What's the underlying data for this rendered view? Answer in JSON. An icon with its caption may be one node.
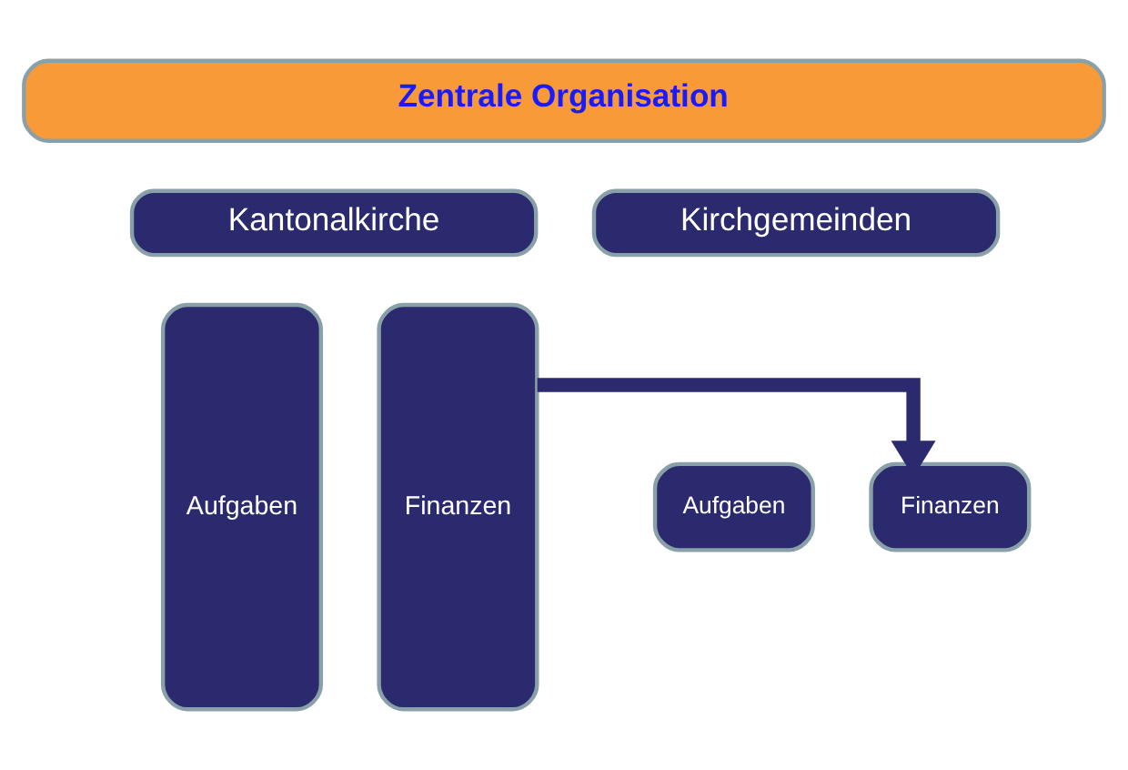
{
  "diagram": {
    "nodes": [
      {
        "text": [
          "Zentrale Organisation"
        ]
      },
      {
        "text": [
          "Kantonalkirche"
        ]
      },
      {
        "text": [
          "Kirchgemeinden"
        ]
      },
      {
        "text": [
          "Aufgaben"
        ]
      },
      {
        "text": [
          "Finanzen"
        ]
      },
      {
        "text": [
          "Aufgaben"
        ]
      },
      {
        "text": [
          "Finanzen"
        ]
      }
    ],
    "edges": [
      {
        "from": 4,
        "to": 6,
        "arrow": "to"
      }
    ]
  }
}
